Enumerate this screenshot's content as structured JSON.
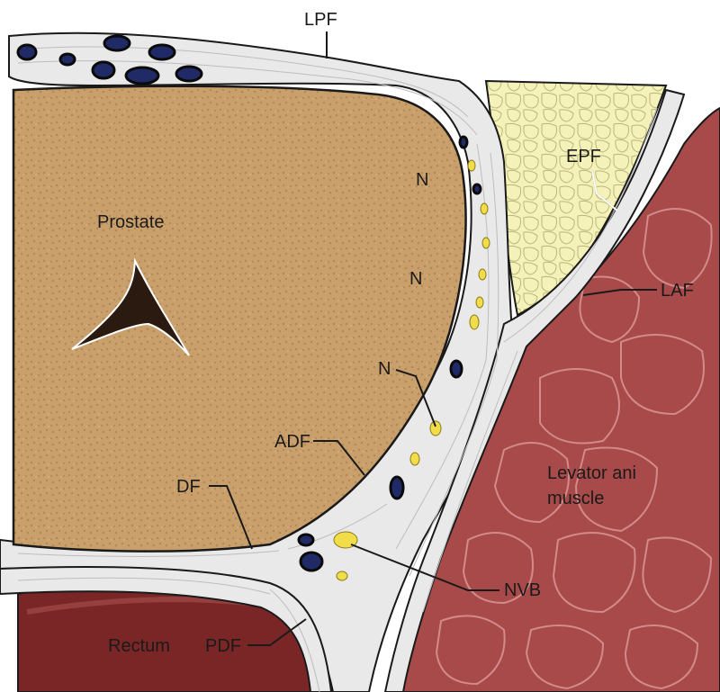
{
  "colors": {
    "prostate": "#c9a06b",
    "prostate_speckle": "#b38a55",
    "fascia": "#e9e9e9",
    "fascia_line": "#bdbdbd",
    "outline": "#1a1a1a",
    "fat": "#f4f2b8",
    "muscle": "#a84a4a",
    "rectum": "#7a2626",
    "nerve": "#f1dd4a",
    "vessel": "#1f2a66"
  },
  "labels": {
    "lpf": "LPF",
    "prostate": "Prostate",
    "n1": "N",
    "n2": "N",
    "n3": "N",
    "epf": "EPF",
    "laf": "LAF",
    "adf": "ADF",
    "levator_line1": "Levator ani",
    "levator_line2": "muscle",
    "df": "DF",
    "nvb": "NVB",
    "rectum": "Rectum",
    "pdf": "PDF"
  }
}
